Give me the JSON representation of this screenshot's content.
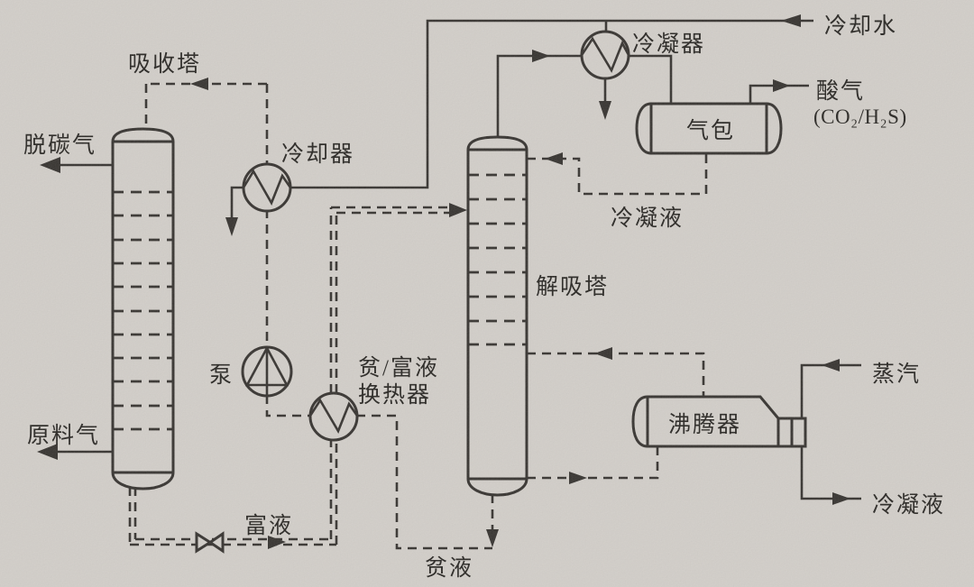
{
  "diagram": {
    "kind": "process-flow-diagram",
    "subject": "gas absorption / desorption (decarbonization) unit",
    "colors": {
      "paper": "#d8d4cf",
      "line": "#2e2b28",
      "text": "#1f1d1a"
    }
  },
  "equipment": {
    "absorber": {
      "label": "吸收塔"
    },
    "cooler": {
      "label": "冷却器"
    },
    "pump": {
      "label": "泵"
    },
    "exchanger": {
      "label_line1": "贫/富液",
      "label_line2": "换热器"
    },
    "desorber": {
      "label": "解吸塔"
    },
    "condenser": {
      "label": "冷凝器"
    },
    "gas_drum": {
      "label": "气包"
    },
    "reboiler": {
      "label": "沸腾器"
    }
  },
  "streams": {
    "decarbonized_gas": {
      "label": "脱碳气"
    },
    "feed_gas": {
      "label": "原料气"
    },
    "rich_liquid": {
      "label": "富液"
    },
    "lean_liquid": {
      "label": "贫液"
    },
    "cooling_water": {
      "label": "冷却水"
    },
    "acid_gas": {
      "label": "酸气",
      "formula": "(CO₂/H₂S)"
    },
    "reflux_condensate": {
      "label": "冷凝液"
    },
    "steam": {
      "label": "蒸汽"
    },
    "steam_condensate": {
      "label": "冷凝液"
    }
  }
}
